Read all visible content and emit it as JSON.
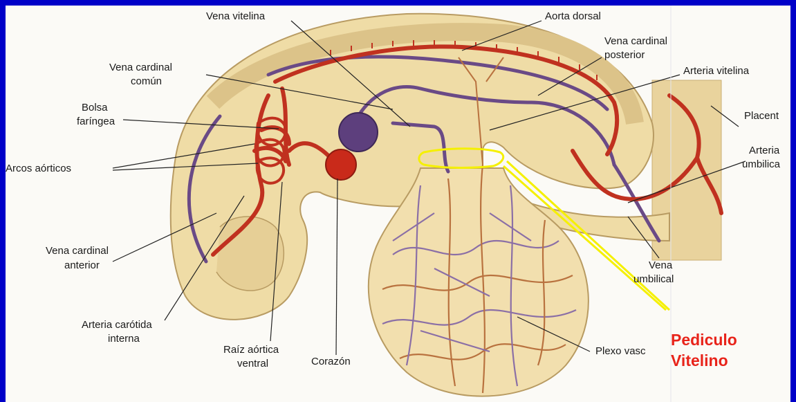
{
  "labels": {
    "vena_vitelina": "Vena vitelina",
    "aorta_dorsal": "Aorta dorsal",
    "vena_cardinal_posterior_1": "Vena cardinal",
    "vena_cardinal_posterior_2": "posterior",
    "vena_cardinal_comun_1": "Vena cardinal",
    "vena_cardinal_comun_2": "común",
    "arteria_vitelina": "Arteria vitelina",
    "bolsa_faringea_1": "Bolsa",
    "bolsa_faringea_2": "faríngea",
    "placenta": "Placent",
    "arcos_aorticos": "Arcos aórticos",
    "arteria_umbilical_1": "Arteria",
    "arteria_umbilical_2": "umbilica",
    "vena_cardinal_anterior_1": "Vena cardinal",
    "vena_cardinal_anterior_2": "anterior",
    "vena_umbilical_1": "Vena",
    "vena_umbilical_2": "umbilical",
    "arteria_carotida_1": "Arteria carótida",
    "arteria_carotida_2": "interna",
    "raiz_aortica_1": "Raíz aórtica",
    "raiz_aortica_2": "ventral",
    "corazon": "Corazón",
    "plexo_vascular": "Plexo vasc"
  },
  "highlight": {
    "title_1": "Pediculo",
    "title_2": "Vitelino",
    "title_color": "#e8231a",
    "outline_color": "#f5f000"
  },
  "colors": {
    "background": "#0000c8",
    "artery": "#c0311f",
    "vein": "#6a4a86",
    "tissue": "#efdca6",
    "tissue_dark": "#dcc389"
  }
}
